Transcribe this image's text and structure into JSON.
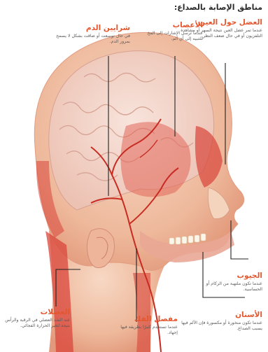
{
  "title": "مناطق الإصابة بالصداع:",
  "labels": {
    "eye_muscles": {
      "title": "العضل حول العين",
      "desc": "عندما تمر عضل العين نتيجة السهر أو مشاهدة التلفزيون أو في حال ضعف النظر."
    },
    "nerves": {
      "title": "الأعصاب",
      "desc": "عندما ترسل الإشارات إلى المخ للتنبيه إلى أي ألم."
    },
    "arteries": {
      "title": "شرايين الدم",
      "desc": "في حال توسعت أو ضاقت بشكل لا يسمح بمرور الدم."
    },
    "sinuses": {
      "title": "الجيوب",
      "desc": "عندما تكون ملتهبة من الزكام أو الحساسية."
    },
    "teeth": {
      "title": "الأسنان",
      "desc": "عندما تكون منخورة أو مكسورة فإن الألم فيها يسبب الصداع."
    },
    "jaw_joint": {
      "title": "مفصل الفك",
      "desc": "عندما تستخدم كثيرًا بطريقة فيها إجهاد."
    },
    "muscles": {
      "title": "العضلات",
      "desc": "عند الشد العضلي في الرقبة والرأس نتيجة لتغير الحرارة الفجائي."
    }
  },
  "colors": {
    "title_red": "#e4572e",
    "skin": "#f1c3a6",
    "brain": "#f3d7cc",
    "muscle": "#d9453b",
    "line": "#222222"
  }
}
